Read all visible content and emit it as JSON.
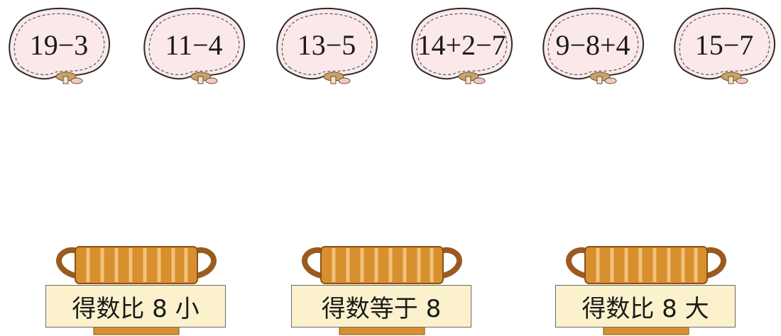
{
  "cards": [
    {
      "expr": "19−3"
    },
    {
      "expr": "11−4"
    },
    {
      "expr": "13−5"
    },
    {
      "expr": "14+2−7"
    },
    {
      "expr": "9−8+4"
    },
    {
      "expr": "15−7"
    }
  ],
  "baskets": [
    {
      "label": "得数比 8 小"
    },
    {
      "label": "得数等于 8"
    },
    {
      "label": "得数比 8 大"
    }
  ],
  "colors": {
    "card_fill": "#fbe9ea",
    "card_stroke": "#2a2a2a",
    "basket_wood": "#d88f2e",
    "label_bg": "#fbf1cc"
  }
}
